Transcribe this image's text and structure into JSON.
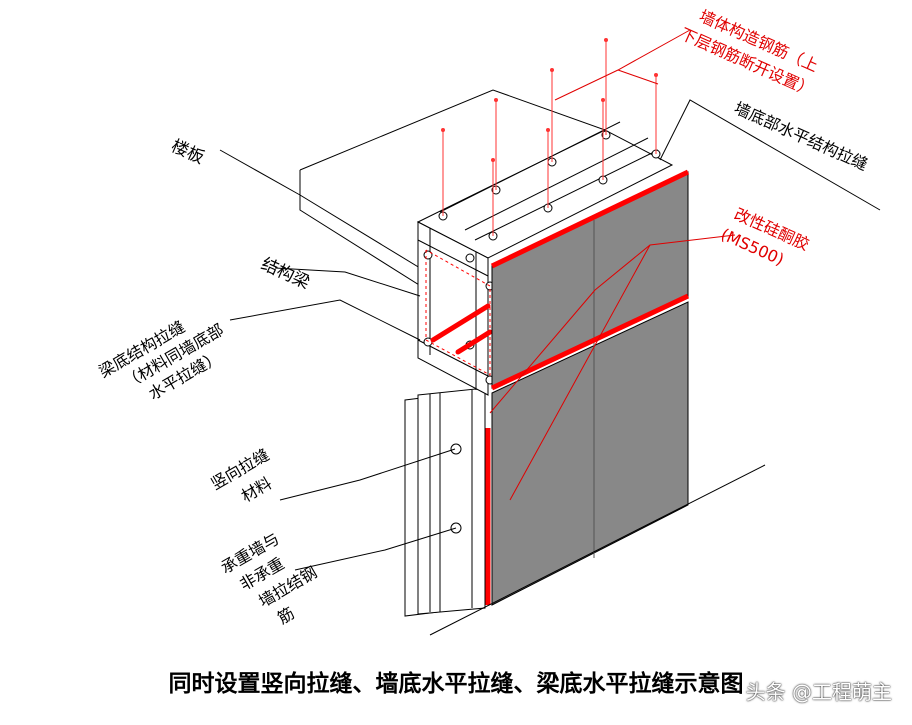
{
  "labels": {
    "floor_slab": "楼板",
    "structural_beam": "结构梁",
    "beam_bottom_joint": [
      "梁底结构拉缝",
      "（材料同墙底部",
      "水平拉缝）"
    ],
    "vertical_joint_material": [
      "竖向拉缝",
      "材料"
    ],
    "tie_bar": [
      "承重墙与",
      "非承重",
      "墙拉结钢",
      "筋"
    ],
    "wall_bottom_joint": "墙底部水平结构拉缝",
    "wall_rebar": [
      "墙体构造钢筋（上",
      "下层钢筋断开设置）"
    ],
    "sealant": [
      "改性硅酮胶",
      "(MS500)"
    ]
  },
  "caption": "同时设置竖向拉缝、墙底水平拉缝、梁底水平拉缝示意图",
  "watermark": "头条 @工程萌主",
  "colors": {
    "wall_panel": "#888888",
    "red_joint": "#ff0000",
    "line": "#000000",
    "annotation_red": "#e00000"
  }
}
